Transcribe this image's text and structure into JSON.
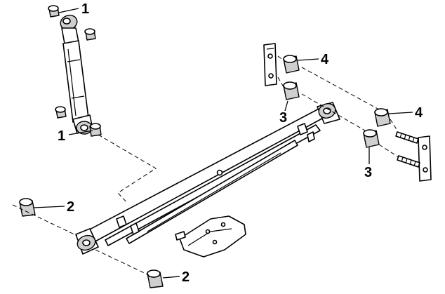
{
  "diagram": {
    "callouts": {
      "shock_top": "1",
      "shock_bottom": "1",
      "front_bushing_upper": "2",
      "front_bushing_lower": "2",
      "shackle_bushing_upper": "3",
      "shackle_bushing_lower": "3",
      "shackle_bushing_top": "4",
      "shackle_bushing_right": "4"
    },
    "colors": {
      "ink": "#000000",
      "paper": "#ffffff",
      "shade": "#cfcfcf"
    }
  }
}
